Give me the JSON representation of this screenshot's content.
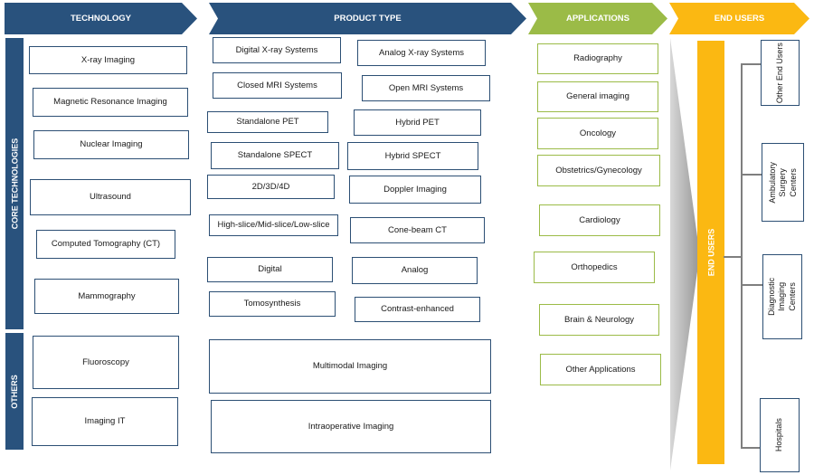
{
  "headers": {
    "technology": "TECHNOLOGY",
    "product_type": "PRODUCT TYPE",
    "applications": "APPLICATIONS",
    "end_users": "END USERS"
  },
  "side_labels": {
    "core": "CORE TECHNOLOGIES",
    "others": "OTHERS"
  },
  "technology": {
    "core": [
      "X-ray Imaging",
      "Magnetic Resonance Imaging",
      "Nuclear Imaging",
      "Ultrasound",
      "Computed Tomography (CT)",
      "Mammography"
    ],
    "others": [
      "Fluoroscopy",
      "Imaging IT"
    ]
  },
  "product_type": [
    "Digital X-ray Systems",
    "Analog X-ray Systems",
    "Closed MRI Systems",
    "Open MRI Systems",
    "Standalone PET",
    "Hybrid PET",
    "Standalone SPECT",
    "Hybrid SPECT",
    "2D/3D/4D",
    "Doppler Imaging",
    "High-slice/Mid-slice/Low-slice",
    "Cone-beam CT",
    "Digital",
    "Analog",
    "Tomosynthesis",
    "Contrast-enhanced",
    "Multimodal Imaging",
    "Intraoperative Imaging"
  ],
  "applications": [
    "Radiography",
    "General imaging",
    "Oncology",
    "Obstetrics/Gynecology",
    "Cardiology",
    "Orthopedics",
    "Brain & Neurology",
    "Other Applications"
  ],
  "end_users": {
    "bar_label": "END USERS",
    "items": [
      "Other End Users",
      "Ambulatory Surgery Centers",
      "Diagnostic Imaging Centers",
      "Hospitals"
    ]
  }
}
